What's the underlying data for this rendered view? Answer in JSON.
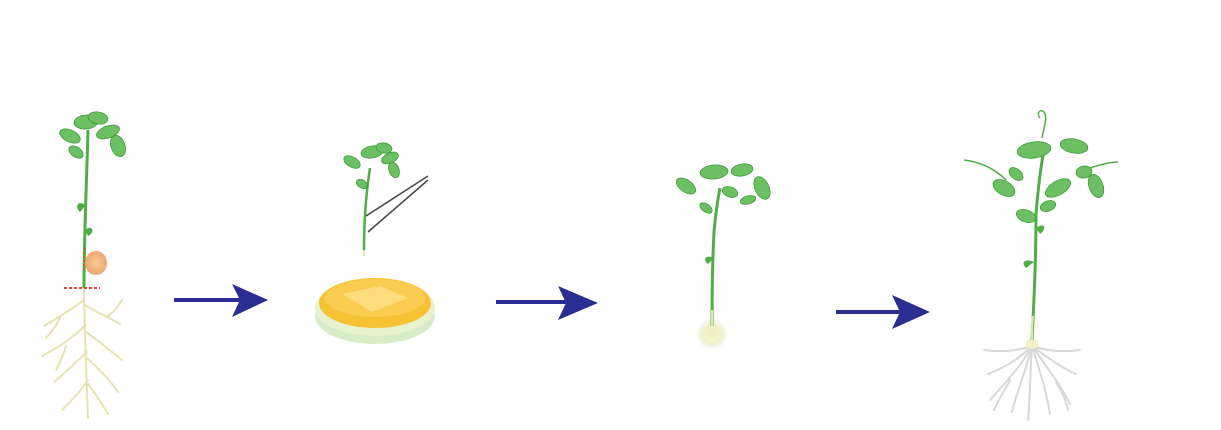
{
  "diagram": {
    "colors": {
      "stem": "#4fae46",
      "leaf": "#6cc063",
      "leaf_dark": "#3f9a3a",
      "root": "#e6e2b4",
      "root_fine": "#d8d8d8",
      "arrow": "#2a2d91",
      "agar": "#f6c233",
      "agar_rim": "#e7f2cf",
      "cut_line": "#e0443a",
      "callus": "#f3b884",
      "forceps": "#4a4a4a",
      "node_bulb": "#f1f3c6"
    },
    "stages": [
      {
        "id": "stage-1",
        "icon": "whole-seedling-with-roots"
      },
      {
        "id": "stage-2",
        "icon": "excised-shoot-in-forceps-over-agar-plate"
      },
      {
        "id": "stage-3",
        "icon": "shoot-with-emerging-callus"
      },
      {
        "id": "stage-4",
        "icon": "regenerated-plant-with-roots"
      }
    ],
    "arrows": [
      {
        "from": "stage-1",
        "to": "stage-2"
      },
      {
        "from": "stage-2",
        "to": "stage-3"
      },
      {
        "from": "stage-3",
        "to": "stage-4"
      }
    ]
  }
}
